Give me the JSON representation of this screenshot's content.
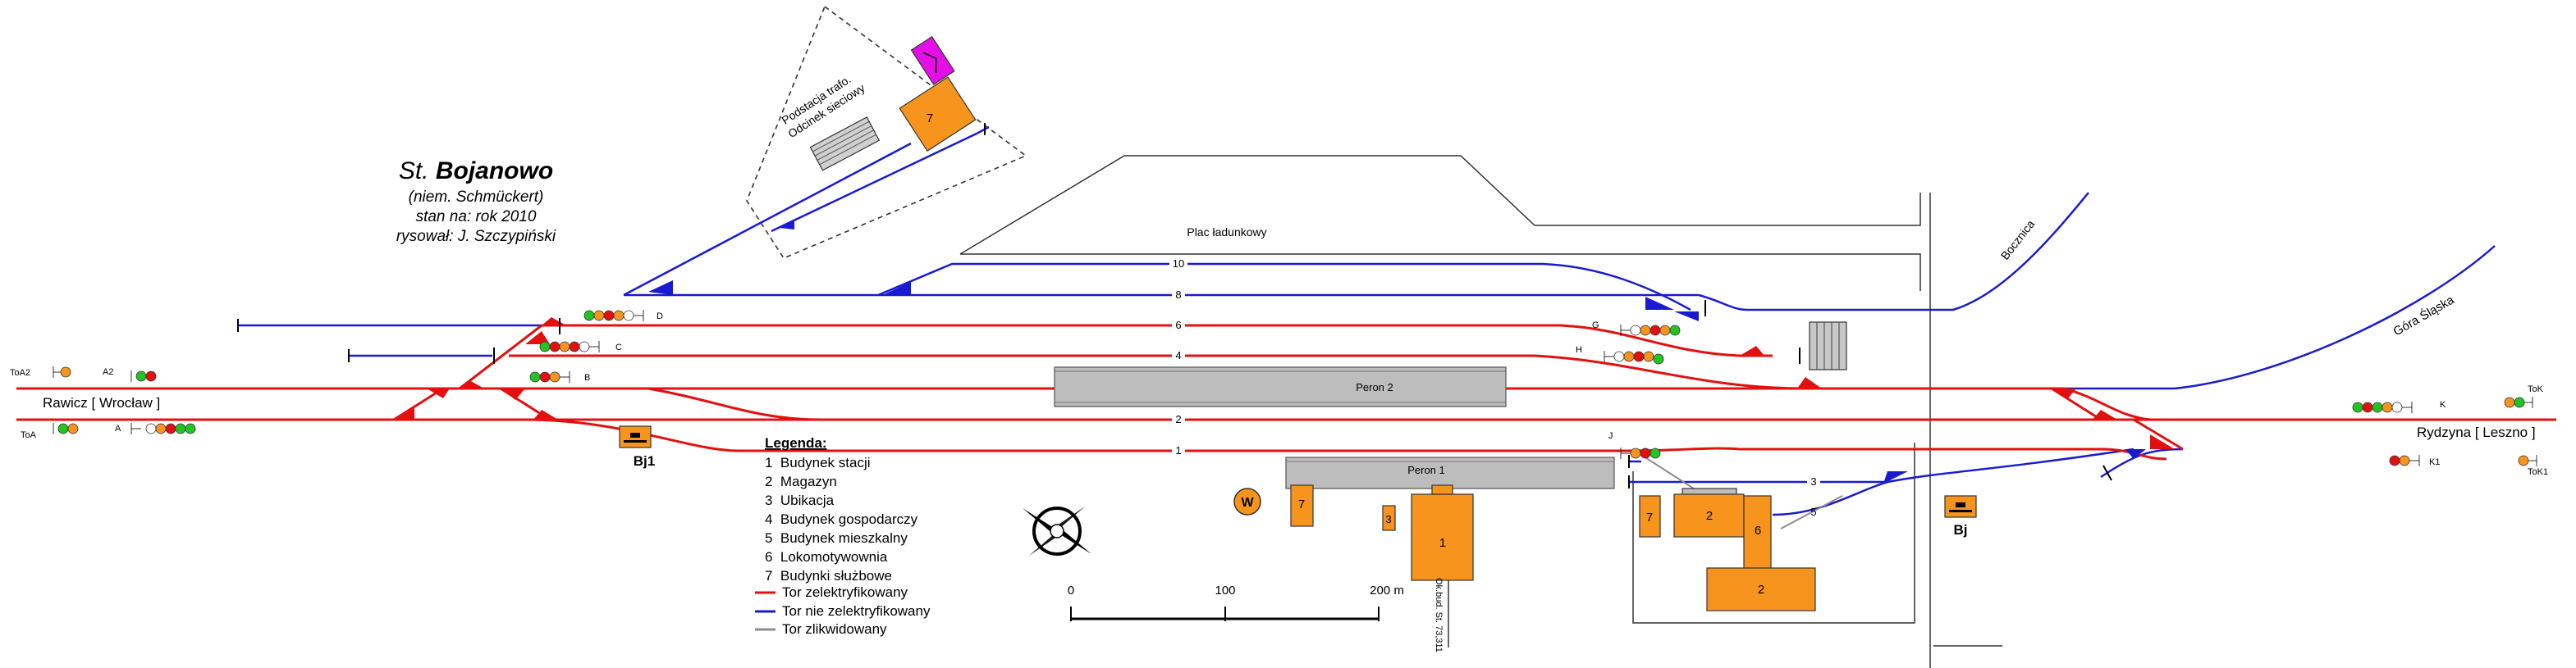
{
  "title": {
    "prefix": "St. ",
    "name": "Bojanowo",
    "german": "(niem. Schmückert)",
    "date": "stan na: rok 2010",
    "author": "rysował: J. Szczypiński"
  },
  "directions": {
    "west": "Rawicz [ Wrocław ]",
    "east": "Rydzyna [ Leszno ]",
    "northeast": "Góra Śląska",
    "siding": "Bocznica"
  },
  "areas": {
    "loading_yard": "Plac ładunkowy",
    "substation_line1": "Podstacja trafo.",
    "substation_line2": "Odcinek sieciowy"
  },
  "tracks": [
    "10",
    "8",
    "6",
    "4",
    "2",
    "1",
    "3",
    "5"
  ],
  "platforms": {
    "p1": "Peron 1",
    "p2": "Peron 2"
  },
  "signals": [
    "ToA2",
    "A2",
    "ToA",
    "A",
    "B",
    "C",
    "D",
    "G",
    "H",
    "J",
    "K",
    "K1",
    "ToK",
    "ToK1"
  ],
  "posts": {
    "bj1": "Bj1",
    "bj": "Bj"
  },
  "buildings": {
    "b1": "1",
    "b2a": "2",
    "b2b": "2",
    "b3": "3",
    "b6": "6",
    "b7a": "7",
    "b7b": "7",
    "b7c": "7"
  },
  "water": "W",
  "road_label": "Ok.bud. St. 73,311",
  "legend": {
    "title": "Legenda:",
    "items": [
      "1  Budynek stacji",
      "2  Magazyn",
      "3  Ubikacja",
      "4  Budynek gospodarczy",
      "5  Budynek mieszkalny",
      "6  Lokomotywownia",
      "7  Budynki służbowe"
    ],
    "lines": [
      {
        "label": "Tor zelektryfikowany",
        "color": "#e41010"
      },
      {
        "label": "Tor nie zelektryfikowany",
        "color": "#1a1ad4"
      },
      {
        "label": "Tor zlikwidowany",
        "color": "#8c8c8c"
      }
    ]
  },
  "scale": {
    "labels": [
      "0",
      "100",
      "200 m"
    ]
  },
  "colors": {
    "electrified": "#e41010",
    "non_electrified": "#1a1ad4",
    "removed": "#8c8c8c",
    "building": "#f7941d",
    "platform": "#bdbdbd",
    "substation": "#e60ee6",
    "signal_red": "#e41010",
    "signal_green": "#22c422",
    "signal_orange": "#f7941d"
  }
}
